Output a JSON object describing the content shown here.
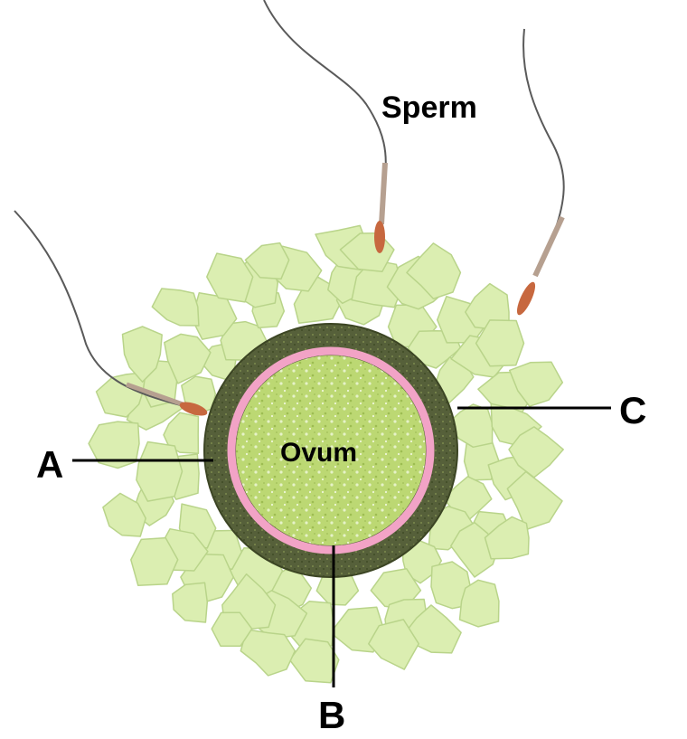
{
  "labels": {
    "sperm": "Sperm",
    "ovum": "Ovum",
    "a": "A",
    "b": "B",
    "c": "C"
  },
  "colors": {
    "follicle_cell": "#dbeeb1",
    "follicle_edge": "#b9d48a",
    "corona_layer": "#4f5a2f",
    "zona_pellucida": "#f2a3c6",
    "cytoplasm": "#b9d66e",
    "sperm_head": "#c7683f",
    "sperm_tail": "#555555"
  }
}
